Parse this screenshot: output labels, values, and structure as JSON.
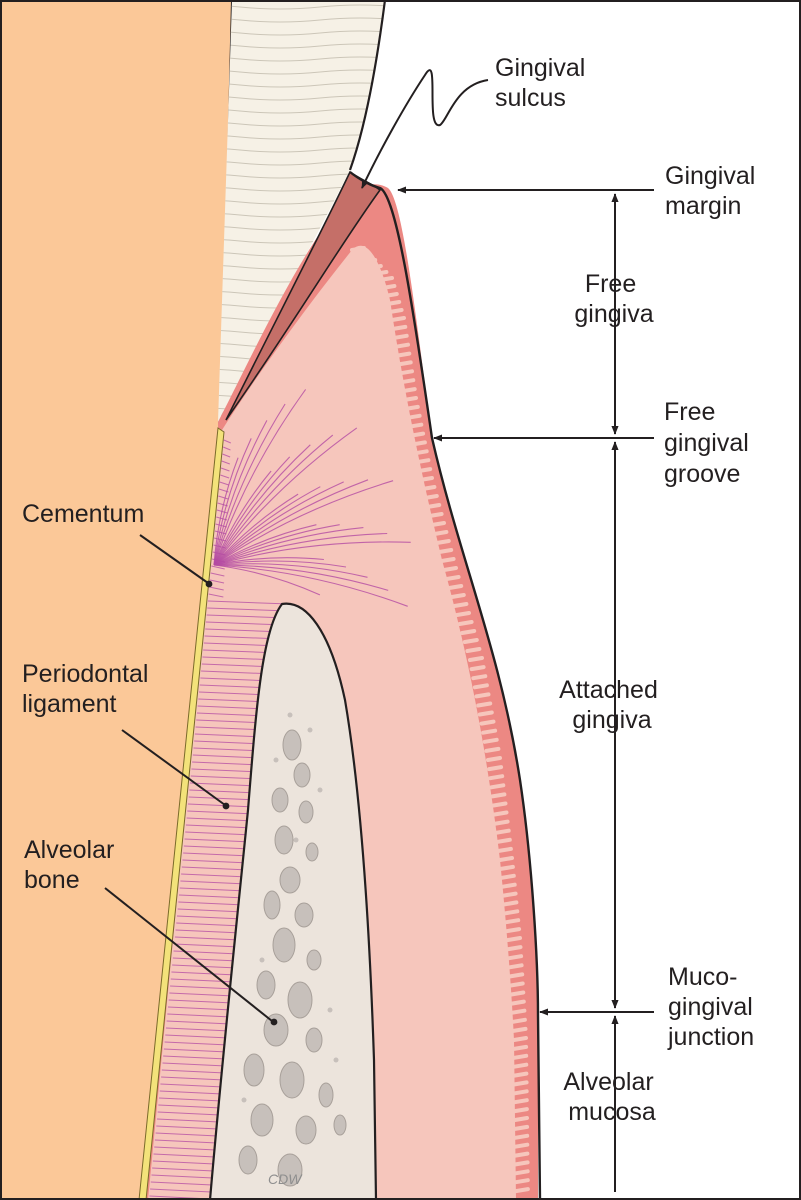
{
  "labels": {
    "gingival_sulcus": [
      "Gingival",
      "sulcus"
    ],
    "gingival_margin": [
      "Gingival",
      "margin"
    ],
    "free_gingiva": [
      "Free",
      "gingiva"
    ],
    "free_gingival_groove": [
      "Free",
      "gingival",
      "groove"
    ],
    "cementum": [
      "Cementum"
    ],
    "periodontal_ligament": [
      "Periodontal",
      "ligament"
    ],
    "attached_gingiva": [
      "Attached",
      "gingiva"
    ],
    "alveolar_bone": [
      "Alveolar",
      "bone"
    ],
    "mucogingival_junction": [
      "Muco-",
      "gingival",
      "junction"
    ],
    "alveolar_mucosa": [
      "Alveolar",
      "mucosa"
    ]
  },
  "credit": "CDW",
  "colors": {
    "tooth": "#fbc898",
    "enamel": "#f6f1e6",
    "connective_tissue": "#f6c6bc",
    "epithelium": "#ec8883",
    "sulcular_epithelium": "#c56f68",
    "bone": "#ece4dc",
    "marrow": "#c7c0bb",
    "ligament_fibers": "#b44ba3",
    "cementum": "#f3e27a",
    "outline": "#231f20"
  }
}
